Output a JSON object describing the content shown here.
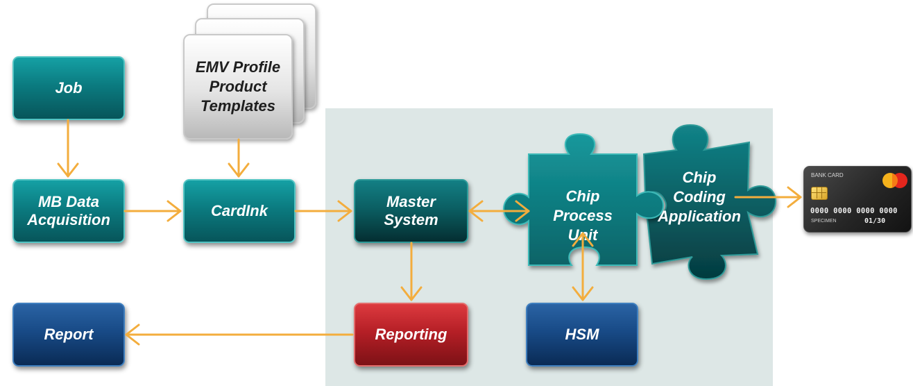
{
  "nodes": {
    "job": "Job",
    "mb_data_acquisition": "MB Data\nAcquisition",
    "emv_templates": "EMV Profile\nProduct\nTemplates",
    "cardink": "CardInk",
    "master_system": "Master\nSystem",
    "chip_process_unit": "Chip Process\nUnit",
    "chip_coding_application": "Chip\nCoding\nApplication",
    "report": "Report",
    "reporting": "Reporting",
    "hsm": "HSM"
  },
  "bank_card": {
    "title": "BANK CARD",
    "number": "0000 0000 0000 0000",
    "holder": "SPECIMEN",
    "expiry": "01/30"
  },
  "colors": {
    "arrow": "#f3ad3d",
    "panel": "#dde7e6",
    "teal": "#0b7b80",
    "navy": "#184a86",
    "red": "#b51f26"
  }
}
